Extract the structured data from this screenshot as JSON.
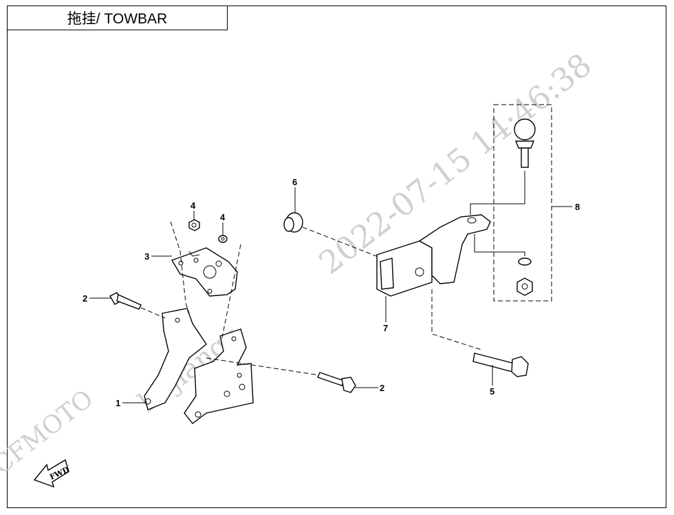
{
  "title": "拖挂/ TOWBAR",
  "watermark": {
    "brand": "CFMOTO",
    "user": "kf-jiangx",
    "datetime": "2022-07-15 14:46:38"
  },
  "fwd_label": "FWD",
  "callouts": [
    "1",
    "2",
    "2",
    "3",
    "4",
    "4",
    "5",
    "6",
    "7",
    "8"
  ]
}
